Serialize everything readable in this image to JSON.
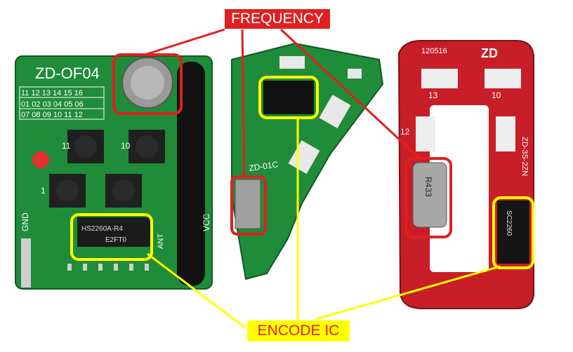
{
  "labels": {
    "frequency": "FREQUENCY",
    "encode_ic": "ENCODE IC"
  },
  "board_left": {
    "model": "ZD-OF04",
    "dip_row1": [
      "11",
      "12",
      "13",
      "14",
      "15",
      "16"
    ],
    "dip_row2": [
      "01",
      "02",
      "03",
      "04",
      "05",
      "06"
    ],
    "dip_row3": [
      "07",
      "08",
      "09",
      "10",
      "11",
      "12"
    ],
    "button_labels": [
      "11",
      "10",
      "1"
    ],
    "chip_text_1": "HS2260A-R4",
    "chip_text_2": "E2FT0",
    "pin_gnd": "GND",
    "pin_vcc": "VCC",
    "pin_ant": "ANT"
  },
  "board_middle": {
    "label": "ZD-01C"
  },
  "board_right": {
    "code": "120516",
    "brand": "ZD",
    "button_labels": [
      "13",
      "10",
      "12"
    ],
    "crystal": "R433",
    "side_text": "ZD-3S-2ZN",
    "chip_text": "SC2260"
  },
  "colors": {
    "annotation_red": "#e02020",
    "annotation_yellow": "#ffff00",
    "pcb_green": "#1f8c3a",
    "pcb_red": "#c81e28"
  }
}
